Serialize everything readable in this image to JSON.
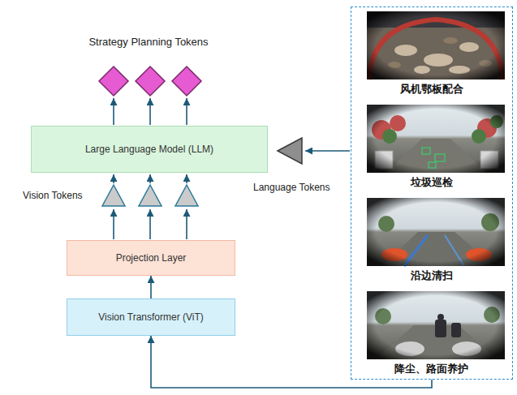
{
  "diagram": {
    "nodes": [
      {
        "text": [
          "Large Language Model (LLM)"
        ]
      },
      {
        "text": [
          "Projection Layer"
        ]
      },
      {
        "text": [
          "Vision Transformer (ViT)"
        ]
      },
      {
        "text": [
          "风机鄂板配合",
          "垃圾巡检",
          "沿边清扫",
          "降尘、路面养护"
        ]
      }
    ],
    "edges": [
      {
        "from": 2,
        "to": 1,
        "arrow": "to"
      },
      {
        "from": 3,
        "to": 2,
        "arrow": "to"
      }
    ],
    "labels": [
      "Strategy Planning Tokens",
      "Vision Tokens",
      "Language Tokens"
    ]
  }
}
